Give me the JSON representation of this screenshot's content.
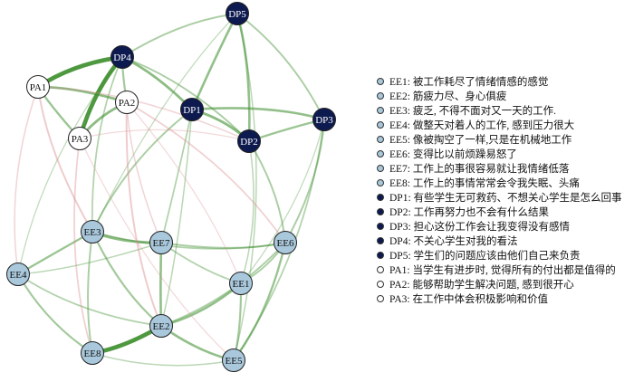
{
  "colors": {
    "EE": "#a9c8dc",
    "DP": "#0d1a4f",
    "PA": "#ffffff",
    "positive_edge": "#3f8f2f",
    "negative_edge": "#d9898c"
  },
  "nodes": [
    {
      "id": "EE1",
      "group": "EE",
      "label": "EE1",
      "description": "EE1: 被工作耗尽了情绪情感的感觉"
    },
    {
      "id": "EE2",
      "group": "EE",
      "label": "EE2",
      "description": "EE2: 筋疲力尽、身心俱疲"
    },
    {
      "id": "EE3",
      "group": "EE",
      "label": "EE3",
      "description": "EE3: 疲乏, 不得不面对又一天的工作."
    },
    {
      "id": "EE4",
      "group": "EE",
      "label": "EE4",
      "description": "EE4: 做整天对着人的工作, 感到压力很大"
    },
    {
      "id": "EE5",
      "group": "EE",
      "label": "EE5",
      "description": "EE5: 像被掏空了一样,只是在机械地工作"
    },
    {
      "id": "EE6",
      "group": "EE",
      "label": "EE6",
      "description": "EE6: 变得比以前烦躁易怒了"
    },
    {
      "id": "EE7",
      "group": "EE",
      "label": "EE7",
      "description": "EE7: 工作上的事很容易就让我情绪低落"
    },
    {
      "id": "EE8",
      "group": "EE",
      "label": "EE8",
      "description": "EE8: 工作上的事情常常会令我失眠、头痛"
    },
    {
      "id": "DP1",
      "group": "DP",
      "label": "DP1",
      "description": "DP1: 有些学生无可救药、不想关心学生是怎么回事"
    },
    {
      "id": "DP2",
      "group": "DP",
      "label": "DP2",
      "description": "DP2: 工作再努力也不会有什么结果"
    },
    {
      "id": "DP3",
      "group": "DP",
      "label": "DP3",
      "description": "DP3: 担心这份工作会让我变得没有感情"
    },
    {
      "id": "DP4",
      "group": "DP",
      "label": "DP4",
      "description": "DP4: 不关心学生对我的看法"
    },
    {
      "id": "DP5",
      "group": "DP",
      "label": "DP5",
      "description": "DP5: 学生们的问题应该由他们自己来负责"
    },
    {
      "id": "PA1",
      "group": "PA",
      "label": "PA1",
      "description": "PA1: 当学生有进步时, 觉得所有的付出都是值得的"
    },
    {
      "id": "PA2",
      "group": "PA",
      "label": "PA2",
      "description": "PA2: 能够帮助学生解决问题, 感到很开心"
    },
    {
      "id": "PA3",
      "group": "PA",
      "label": "PA3",
      "description": "PA3: 在工作中体会积极影响和价值"
    }
  ],
  "edges": [
    [
      "PA1",
      "DP4",
      0.9
    ],
    [
      "DP4",
      "PA3",
      0.9
    ],
    [
      "EE2",
      "EE8",
      0.9
    ],
    [
      "PA1",
      "PA2",
      0.5
    ],
    [
      "PA2",
      "PA3",
      0.5
    ],
    [
      "PA1",
      "PA3",
      0.4
    ],
    [
      "DP4",
      "DP1",
      0.5
    ],
    [
      "DP1",
      "DP2",
      0.5
    ],
    [
      "DP5",
      "DP1",
      0.45
    ],
    [
      "DP5",
      "DP2",
      0.45
    ],
    [
      "DP1",
      "DP3",
      0.45
    ],
    [
      "DP2",
      "DP3",
      0.4
    ],
    [
      "DP4",
      "DP5",
      0.3
    ],
    [
      "DP4",
      "PA2",
      0.35
    ],
    [
      "DP4",
      "DP2",
      0.3
    ],
    [
      "DP5",
      "DP3",
      0.3
    ],
    [
      "EE3",
      "EE7",
      0.5
    ],
    [
      "EE2",
      "EE5",
      0.45
    ],
    [
      "EE1",
      "EE2",
      0.45
    ],
    [
      "EE6",
      "EE5",
      0.4
    ],
    [
      "EE3",
      "EE4",
      0.4
    ],
    [
      "EE7",
      "EE2",
      0.45
    ],
    [
      "EE3",
      "EE2",
      0.35
    ],
    [
      "EE4",
      "EE8",
      0.35
    ],
    [
      "EE6",
      "EE1",
      0.3
    ],
    [
      "EE7",
      "EE6",
      0.3
    ],
    [
      "EE3",
      "EE8",
      0.3
    ],
    [
      "EE1",
      "EE5",
      0.35
    ],
    [
      "EE4",
      "EE2",
      0.25
    ],
    [
      "EE7",
      "EE1",
      0.25
    ],
    [
      "EE3",
      "EE6",
      0.25
    ],
    [
      "EE8",
      "EE5",
      0.2
    ],
    [
      "EE6",
      "EE2",
      0.3
    ],
    [
      "EE4",
      "EE7",
      0.2
    ],
    [
      "DP1",
      "EE3",
      0.3
    ],
    [
      "DP2",
      "EE6",
      0.3
    ],
    [
      "DP3",
      "EE6",
      0.3
    ],
    [
      "DP1",
      "EE7",
      0.25
    ],
    [
      "DP5",
      "EE5",
      0.2
    ],
    [
      "DP4",
      "EE3",
      0.25
    ],
    [
      "DP2",
      "EE1",
      0.2
    ],
    [
      "DP3",
      "EE5",
      0.25
    ],
    [
      "DP1",
      "EE2",
      0.2
    ],
    [
      "DP5",
      "EE3",
      0.15
    ],
    [
      "DP3",
      "EE1",
      0.15
    ],
    [
      "DP4",
      "EE4",
      0.15
    ],
    [
      "PA1",
      "EE3",
      -0.3
    ],
    [
      "PA2",
      "EE2",
      -0.3
    ],
    [
      "PA3",
      "EE8",
      -0.25
    ],
    [
      "PA2",
      "EE6",
      -0.25
    ],
    [
      "PA1",
      "EE4",
      -0.2
    ],
    [
      "PA2",
      "EE7",
      -0.2
    ],
    [
      "PA3",
      "EE5",
      -0.15
    ],
    [
      "PA1",
      "DP2",
      -0.2
    ],
    [
      "PA3",
      "DP2",
      -0.15
    ],
    [
      "PA2",
      "EE1",
      -0.15
    ]
  ]
}
